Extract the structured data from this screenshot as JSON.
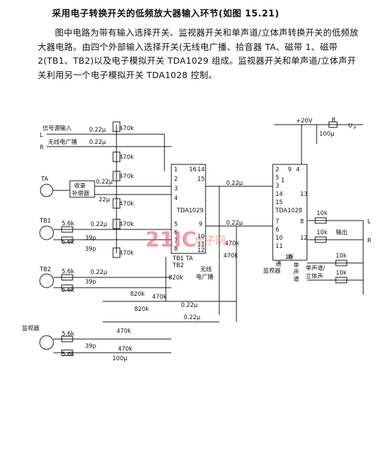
{
  "title": "采用电子转换开关的低频放大器输入环节(如图 15.21)",
  "paragraph": "图中电路为带有输入选择开关、监视器开关和单声道/立体声转换开关的低频放大器电路。由四个外部输入选择开关(无线电广播、拾音器 TA、磁带 1、磁带 2(TB1、TB2)以及电子模拟开关 TDA1029 组成。监视器开关和单声道/立体声开关利用另一个电子模拟开关 TDA1028 控制。",
  "diagram": {
    "labels": {
      "signal_input": "信号源输入",
      "L": "L",
      "R": "R",
      "radio": "无线电广播",
      "TA": "TA",
      "equalizer_line1": "收录",
      "equalizer_line2": "补偿器",
      "TB1": "TB1",
      "TB2": "TB2",
      "monitor": "监视器",
      "ic1": "TDA1029",
      "ic2": "TDA1028",
      "supply": "+20V",
      "up": "U",
      "up_sub": "P",
      "output": "输出",
      "out_L": "L",
      "out_R": "R",
      "tb_ta_legend": "TB1 TA",
      "tb2_legend": "TB2",
      "radio2_line1": "无线",
      "radio2_line2": "电广播",
      "tong": "通",
      "duan": "断",
      "monitor2": "监视器",
      "mono_line1": "单",
      "mono_line2": "声",
      "mono_line3": "道",
      "stereo_line1": "单声道/",
      "stereo_line2": "立体声"
    },
    "components": {
      "c022": "0.22μ",
      "r470k": "470k",
      "r56k": "5.6k",
      "c39p": "39p",
      "r820k": "820k",
      "r10k": "10k",
      "c100u": "100μ",
      "c22u": "22μ",
      "r_r": "R"
    },
    "pins_ic1": [
      "1",
      "2",
      "3",
      "4",
      "5",
      "6",
      "7",
      "8",
      "9",
      "10",
      "11",
      "12",
      "14",
      "15",
      "16"
    ],
    "pins_ic2": [
      "1",
      "2",
      "3",
      "4",
      "5",
      "6",
      "7",
      "8",
      "9",
      "10",
      "11",
      "12",
      "13",
      "14",
      "15",
      "16"
    ]
  },
  "watermark": {
    "main": "21IC",
    "sub": "电子网"
  }
}
